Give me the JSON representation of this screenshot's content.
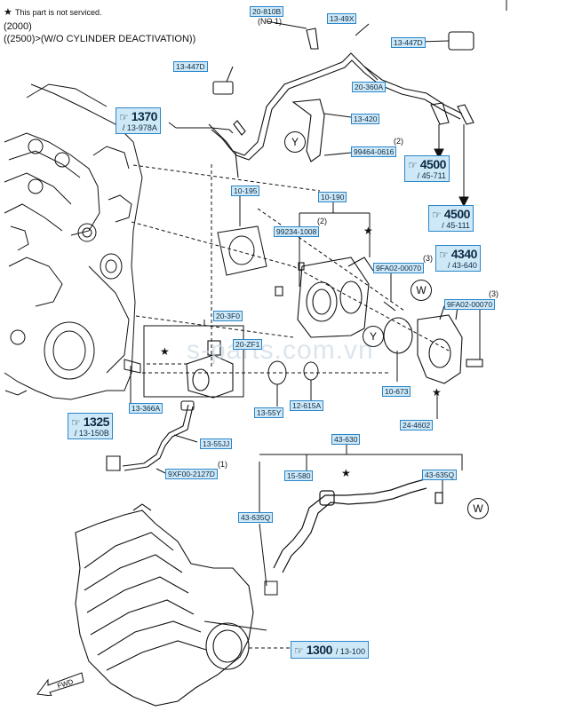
{
  "header": {
    "note_star": "★",
    "note_text": "This part is not serviced.",
    "year": "(2000)",
    "condition": "((2500)>(W/O CYLINDER DEACTIVATION))"
  },
  "parts": {
    "p20810B": "20-810B",
    "p20810B_qty": "(NO 1)",
    "p1349X": "13-49X",
    "p1344Z_top": "13-447D",
    "p1344Z_right": "13-447D",
    "p20360A": "20-360A",
    "p13420": "13-420",
    "p99464": "99464-0616",
    "p99464_qty": "(2)",
    "p10195": "10-195",
    "p10190": "10-190",
    "p99234": "99234-1008",
    "p99234_qty": "(2)",
    "p9FA02_a": "9FA02-00070",
    "p9FA02_a_qty": "(3)",
    "p9FA02_b": "9FA02-00070",
    "p9FA02_b_qty": "(3)",
    "p203F0": "20-3F0",
    "p20ZF1": "20-ZF1",
    "p13366A": "13-366A",
    "p1355Y": "13-55Y",
    "p12615A": "12-615A",
    "p10673": "10-673",
    "p244602": "24-4602",
    "p1355J": "13-55JJ",
    "p9XF00": "9XF00-2127D",
    "p9XF00_qty": "(1)",
    "p43630": "43-630",
    "p15580": "15-580",
    "p43635Q_right": "43-635Q",
    "p43635Q_left": "43-635Q"
  },
  "refs": {
    "r1370": {
      "num": "1370",
      "sub": "/ 13-978A"
    },
    "r4500a": {
      "num": "4500",
      "sub": "/ 45-711"
    },
    "r4500b": {
      "num": "4500",
      "sub": "/ 45-111"
    },
    "r4340": {
      "num": "4340",
      "sub": "/ 43-640"
    },
    "r1325": {
      "num": "1325",
      "sub": "/ 13-150B"
    },
    "r1300": {
      "num": "1300",
      "sub": "/ 13-100"
    }
  },
  "callouts": {
    "Y": "Y",
    "W": "W",
    "star": "★",
    "hand_icon": "☞"
  },
  "watermark": "s-parts.com.vn",
  "fwd_label": "FWD"
}
